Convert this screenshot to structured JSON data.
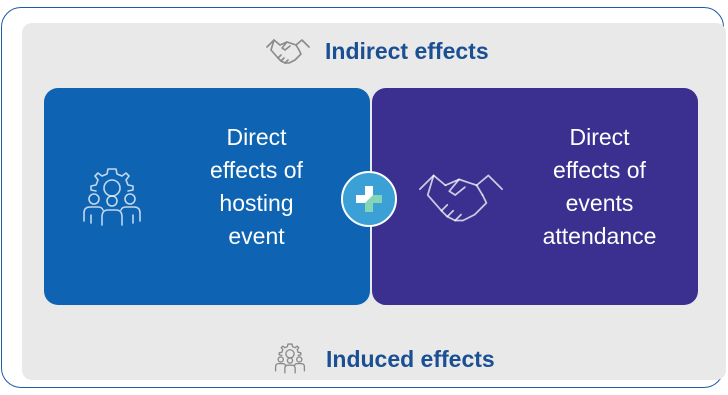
{
  "diagram": {
    "top_label": "Indirect effects",
    "bottom_label": "Induced effects",
    "left_box": {
      "text": "Direct\neffects of\nhosting\nevent",
      "icon": "team-gear-icon"
    },
    "right_box": {
      "text": "Direct\neffects of\nevents\nattendance",
      "icon": "handshake-icon"
    },
    "connector_icon": "plus-icon",
    "top_icon": "handshake-icon",
    "bottom_icon": "team-gear-icon",
    "colors": {
      "frame_border": "#1f5ba8",
      "background_panel": "#e9e9e9",
      "left_box": "#0e63b2",
      "right_box": "#3b2f8f",
      "label_text": "#1a4f93",
      "plus_circle": "#3aa0d6",
      "plus_sign": "#1fb27a"
    }
  }
}
